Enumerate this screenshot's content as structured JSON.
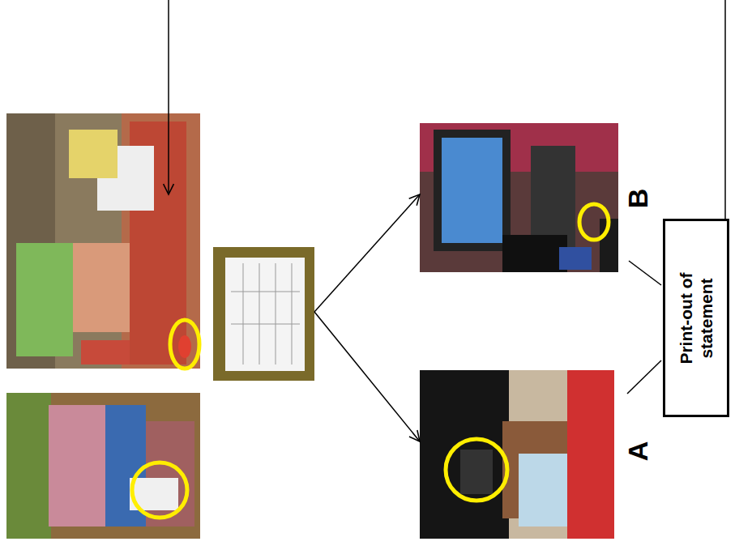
{
  "diagram": {
    "nodes": [
      {
        "text": [
          "Print-out of statement"
        ]
      }
    ],
    "labels": [
      "B",
      "A"
    ]
  }
}
